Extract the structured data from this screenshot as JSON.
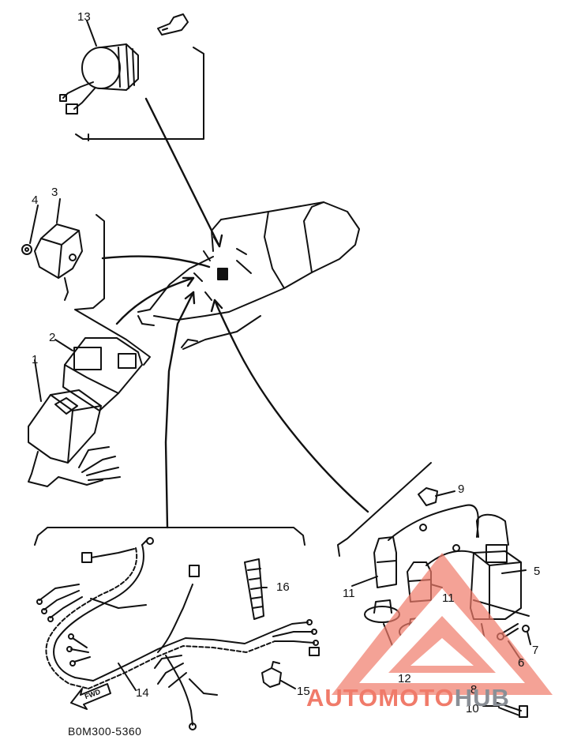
{
  "diagram": {
    "part_numbers": [
      "1",
      "2",
      "3",
      "4",
      "5",
      "6",
      "7",
      "8",
      "9",
      "10",
      "11",
      "11",
      "12",
      "13",
      "14",
      "15",
      "16"
    ],
    "fwd_label": "FWD",
    "code": "B0M300-5360"
  },
  "watermark": {
    "auto": "AUTO",
    "moto": "MOTO",
    "hub": "HUB",
    "colors": {
      "red": "#f07b6a",
      "gray": "#8a8f96"
    }
  }
}
